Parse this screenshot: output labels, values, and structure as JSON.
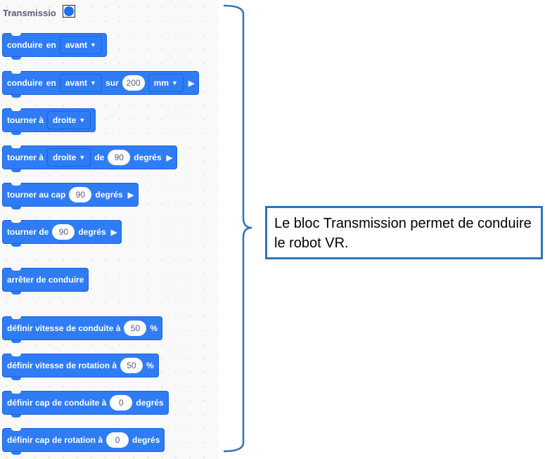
{
  "palette": {
    "category_title": "Transmissio",
    "category_color": "#1f6ff0",
    "block_color": "#2f7cf6"
  },
  "blocks": [
    {
      "text1": "conduire",
      "text2": "en",
      "dropdown": "avant"
    },
    {
      "text1": "conduire",
      "text2": "en",
      "dropdown": "avant",
      "text3": "sur",
      "value": "200",
      "unit": "mm",
      "run": "▶"
    },
    {
      "text1": "tourner à",
      "dropdown": "droite"
    },
    {
      "text1": "tourner à",
      "dropdown": "droite",
      "text2": "de",
      "value": "90",
      "text3": "degrés",
      "run": "▶"
    },
    {
      "text1": "tourner au cap",
      "value": "90",
      "text2": "degrés",
      "run": "▶"
    },
    {
      "text1": "tourner de",
      "value": "90",
      "text2": "degrés",
      "run": "▶"
    },
    {
      "text1": "arrêter de conduire"
    },
    {
      "text1": "définir vitesse de conduite à",
      "value": "50",
      "text2": "%"
    },
    {
      "text1": "définir vitesse de rotation à",
      "value": "50",
      "text2": "%"
    },
    {
      "text1": "définir cap de conduite à",
      "value": "0",
      "text2": "degrés"
    },
    {
      "text1": "définir cap de rotation à",
      "value": "0",
      "text2": "degrés"
    }
  ],
  "annotation": {
    "brace_color": "#2e75b6",
    "text": "Le bloc Transmission permet de conduire le robot VR."
  }
}
